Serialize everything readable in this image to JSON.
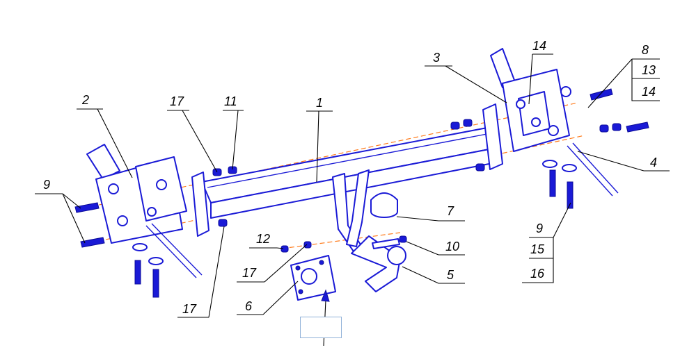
{
  "callouts": [
    {
      "id": "c1",
      "label": "1"
    },
    {
      "id": "c2",
      "label": "2"
    },
    {
      "id": "c3",
      "label": "3"
    },
    {
      "id": "c4",
      "label": "4"
    },
    {
      "id": "c5",
      "label": "5"
    },
    {
      "id": "c6",
      "label": "6"
    },
    {
      "id": "c7",
      "label": "7"
    },
    {
      "id": "c8",
      "label": "8"
    },
    {
      "id": "c9a",
      "label": "9"
    },
    {
      "id": "c9b",
      "label": "9"
    },
    {
      "id": "c10",
      "label": "10"
    },
    {
      "id": "c11",
      "label": "11"
    },
    {
      "id": "c12",
      "label": "12"
    },
    {
      "id": "c13",
      "label": "13"
    },
    {
      "id": "c14a",
      "label": "14"
    },
    {
      "id": "c14b",
      "label": "14"
    },
    {
      "id": "c15",
      "label": "15"
    },
    {
      "id": "c16",
      "label": "16"
    },
    {
      "id": "c17a",
      "label": "17"
    },
    {
      "id": "c17b",
      "label": "17"
    },
    {
      "id": "c17c",
      "label": "17"
    }
  ],
  "colors": {
    "part_stroke": "#1a1ad6",
    "axis": "#ff7a1a",
    "leader": "#000000",
    "label_box_border": "#8fb0d8"
  },
  "label_box": {
    "text": ""
  }
}
